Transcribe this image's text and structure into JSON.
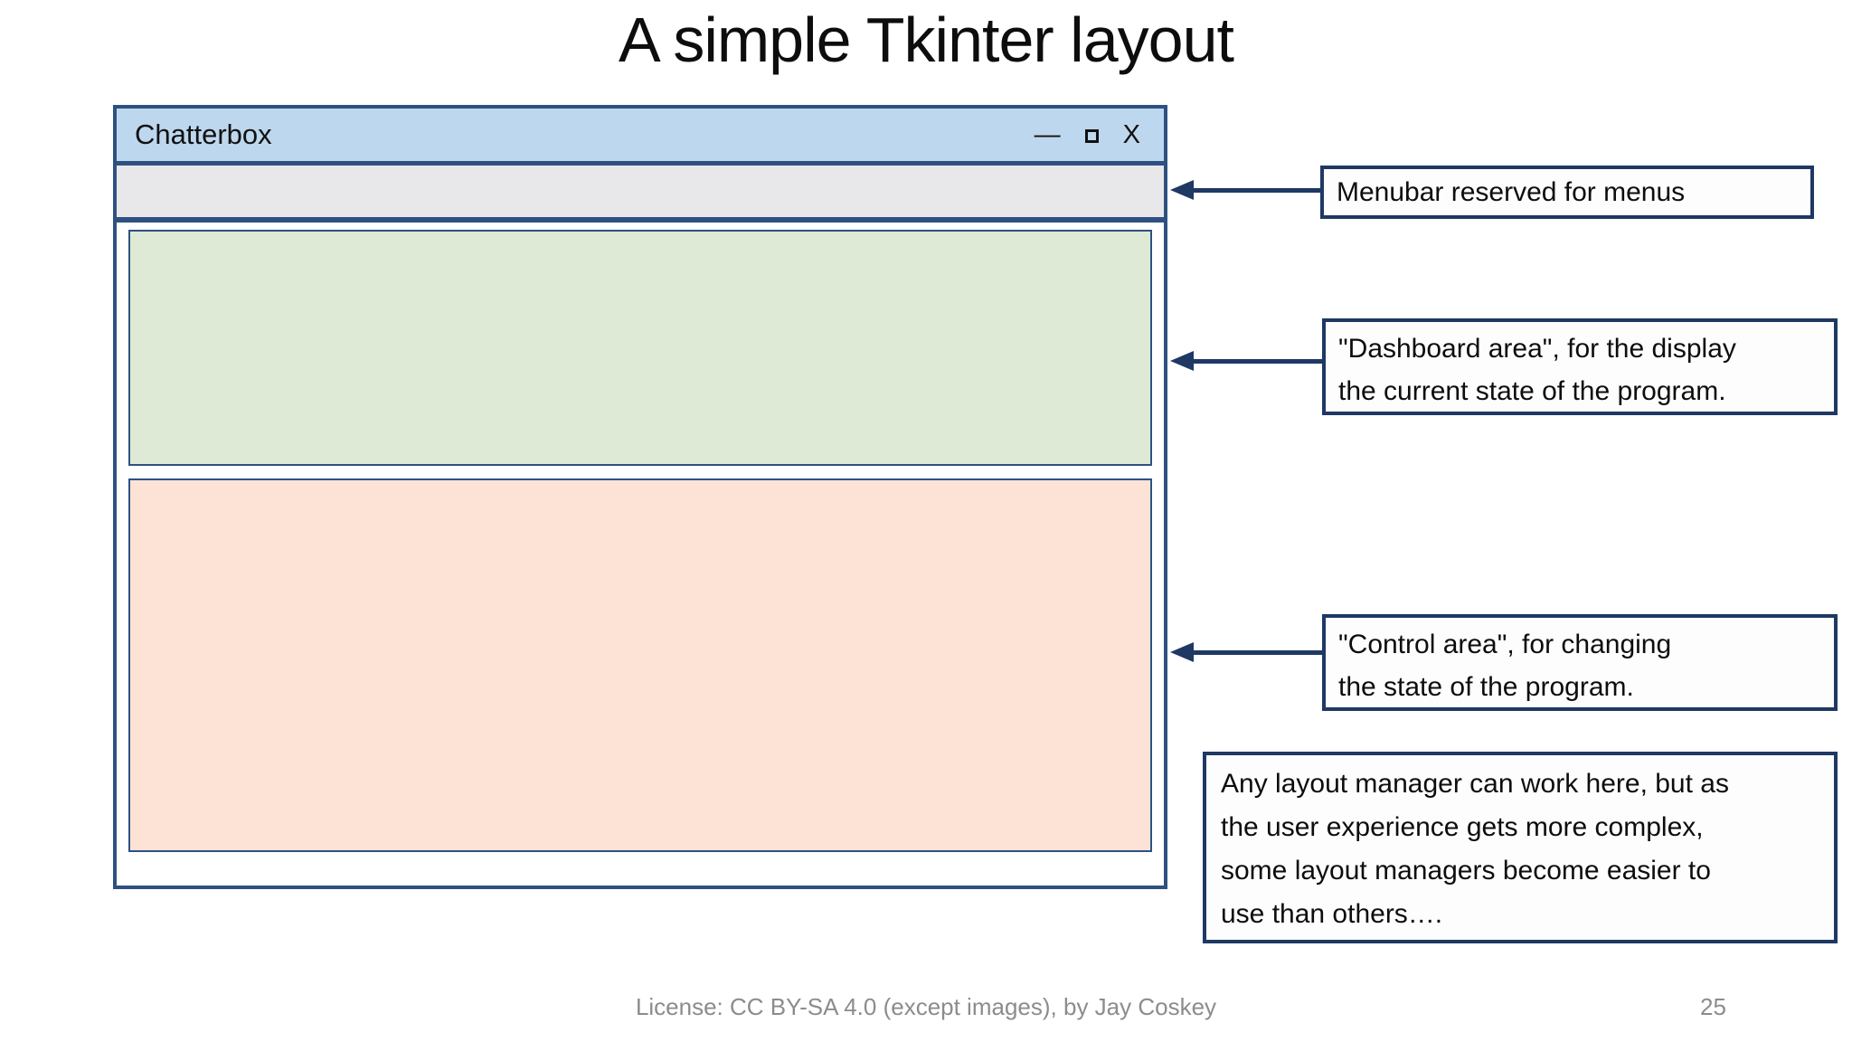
{
  "slide": {
    "title": "A simple Tkinter layout",
    "footer": {
      "license": "License: CC BY-SA 4.0 (except images), by Jay Coskey",
      "page_number": "25"
    }
  },
  "window": {
    "title": "Chatterbox",
    "controls": {
      "minimize": "—",
      "maximize": "maximize-square",
      "close": "X"
    },
    "areas": {
      "menubar": {
        "label": "menubar",
        "color": "#e8e8eb"
      },
      "dashboard": {
        "label": "dashboard area",
        "color": "#deead6"
      },
      "control": {
        "label": "control area",
        "color": "#fce3d6"
      }
    },
    "titlebar_color": "#bdd7ee",
    "frame_color": "#2e5181"
  },
  "callouts": {
    "menubar": {
      "lines": [
        "Menubar reserved for menus"
      ]
    },
    "dashboard": {
      "lines": [
        "\"Dashboard area\", for the display",
        "the current state of the program."
      ]
    },
    "control": {
      "lines": [
        "\"Control area\", for changing",
        "the state of the program."
      ]
    },
    "note": {
      "lines": [
        "Any layout manager can work here, but as",
        "the user experience gets more complex,",
        "some layout managers become easier to",
        "use than others…."
      ]
    },
    "border_color": "#1f3864",
    "arrow_color": "#1f3864"
  }
}
